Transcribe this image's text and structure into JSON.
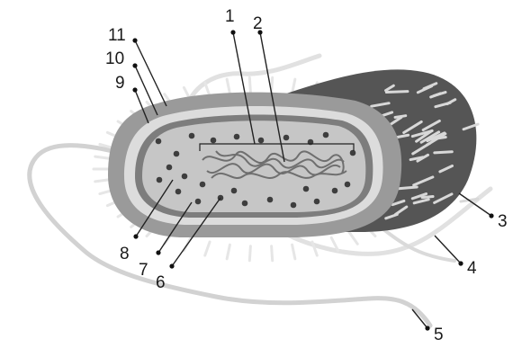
{
  "diagram": {
    "labels": [
      "1",
      "2",
      "3",
      "4",
      "5",
      "6",
      "7",
      "8",
      "9",
      "10",
      "11"
    ],
    "colors": {
      "capsule": "#9a9a9a",
      "cell_wall": "#d9d9d9",
      "membrane": "#7d7d7d",
      "cytoplasm": "#c4c4c4",
      "shaded_pole": "#555555",
      "appendage": "#e6e6e6",
      "granule": "#3e3e3e",
      "dna": "#777777"
    }
  }
}
